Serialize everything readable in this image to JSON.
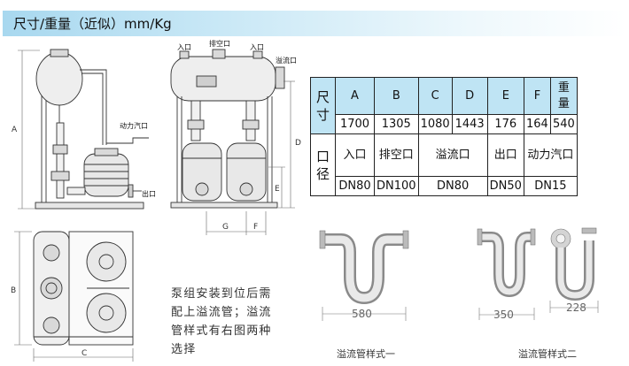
{
  "header": {
    "title": "尺寸/重量（近似）mm/Kg"
  },
  "front_view": {
    "dim_a": "A",
    "label_motive_steam": "动力汽口",
    "label_outlet": "出口"
  },
  "side_view": {
    "label_inlet_left": "入口",
    "label_vent": "排空口",
    "label_inlet_right": "入口",
    "label_overflow": "溢流口",
    "dim_d": "D",
    "dim_e": "E",
    "dim_g": "G",
    "dim_f": "F"
  },
  "plan_view": {
    "dim_b": "B",
    "dim_c": "C"
  },
  "spec_table": {
    "header_row_label": "尺寸",
    "columns": [
      "A",
      "B",
      "C",
      "D",
      "E",
      "F",
      "重量"
    ],
    "values": [
      "1700",
      "1305",
      "1080",
      "1443",
      "176",
      "164",
      "540"
    ],
    "port_row_label": "口径",
    "ports": [
      "入口",
      "排空口",
      "溢流口",
      "出口",
      "动力汽口"
    ],
    "port_sizes": [
      "DN80",
      "DN100",
      "DN80",
      "DN50",
      "DN15"
    ]
  },
  "note": "泵组安装到位后需配上溢流管；溢流管样式有右图两种选择",
  "pipe_style_1": {
    "dim": "580",
    "caption": "溢流管样式一"
  },
  "pipe_style_2": {
    "dim_a": "350",
    "dim_b": "228",
    "caption": "溢流管样式二"
  }
}
